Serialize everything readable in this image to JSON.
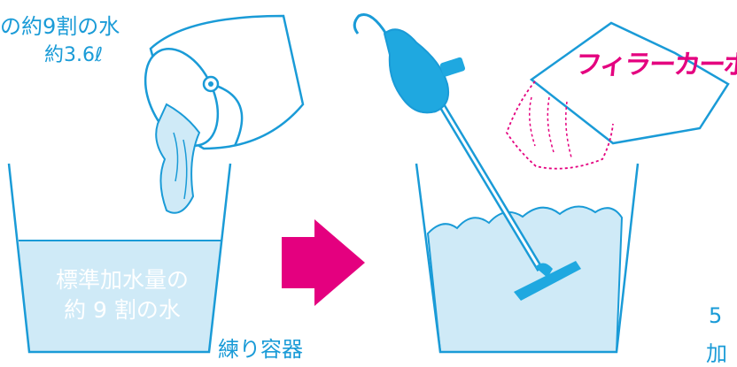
{
  "labels": {
    "water_fraction_top": "の約9割の水",
    "water_volume": "約3.6ℓ",
    "container_water_line1": "標準加水量の",
    "container_water_line2": "約 9 割の水",
    "container_name": "練り容器",
    "product_brand": "フィラーカーボン",
    "cut_text_1": "5",
    "cut_text_2": "加"
  },
  "colors": {
    "line_blue": "#1a9bd7",
    "water_fill": "#cfeaf7",
    "arrow_magenta": "#e4007f",
    "mixer_blue": "#1fa8e0",
    "powder_pink": "#e4007f"
  }
}
